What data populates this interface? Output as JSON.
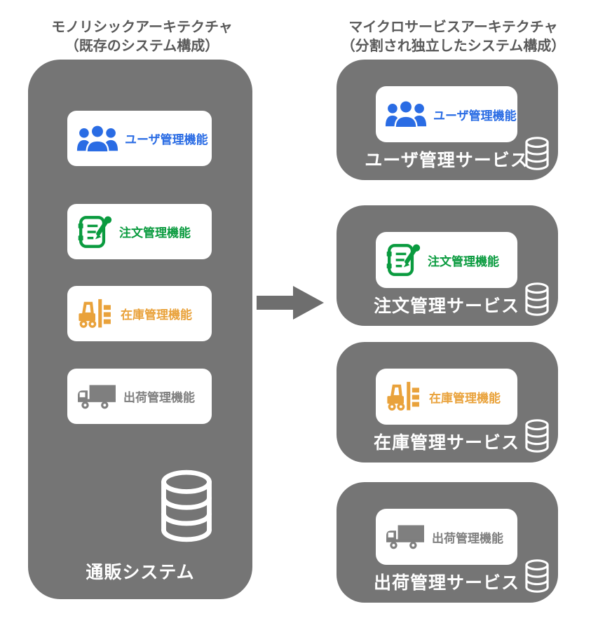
{
  "colors": {
    "box_gray": "#757575",
    "title_text": "#595959",
    "arrow_gray": "#6e6e6e",
    "user_blue": "#2a6ce4",
    "order_green": "#0a9b3f",
    "stock_orange": "#e9a23b",
    "ship_gray": "#7f7f7f",
    "white": "#ffffff"
  },
  "left_panel": {
    "title_line1": "モノリシックアーキテクチャ",
    "title_line2": "（既存のシステム構成）",
    "system_label": "通販システム",
    "database_icon": "database-icon",
    "functions": [
      {
        "label": "ユーザ管理機能",
        "icon": "users-icon",
        "color": "#2a6ce4"
      },
      {
        "label": "注文管理機能",
        "icon": "order-note-pen-icon",
        "color": "#0a9b3f"
      },
      {
        "label": "在庫管理機能",
        "icon": "forklift-icon",
        "color": "#e9a23b"
      },
      {
        "label": "出荷管理機能",
        "icon": "truck-icon",
        "color": "#7f7f7f"
      }
    ]
  },
  "arrow": {
    "icon": "right-arrow-icon"
  },
  "right_panel": {
    "title_line1": "マイクロサービスアーキテクチャ",
    "title_line2": "（分割され独立したシステム構成）",
    "services": [
      {
        "function_label": "ユーザ管理機能",
        "service_label": "ユーザ管理サービス",
        "icon": "users-icon",
        "color": "#2a6ce4",
        "database_icon": "database-icon"
      },
      {
        "function_label": "注文管理機能",
        "service_label": "注文管理サービス",
        "icon": "order-note-pen-icon",
        "color": "#0a9b3f",
        "database_icon": "database-icon"
      },
      {
        "function_label": "在庫管理機能",
        "service_label": "在庫管理サービス",
        "icon": "forklift-icon",
        "color": "#e9a23b",
        "database_icon": "database-icon"
      },
      {
        "function_label": "出荷管理機能",
        "service_label": "出荷管理サービス",
        "icon": "truck-icon",
        "color": "#7f7f7f",
        "database_icon": "database-icon"
      }
    ]
  }
}
